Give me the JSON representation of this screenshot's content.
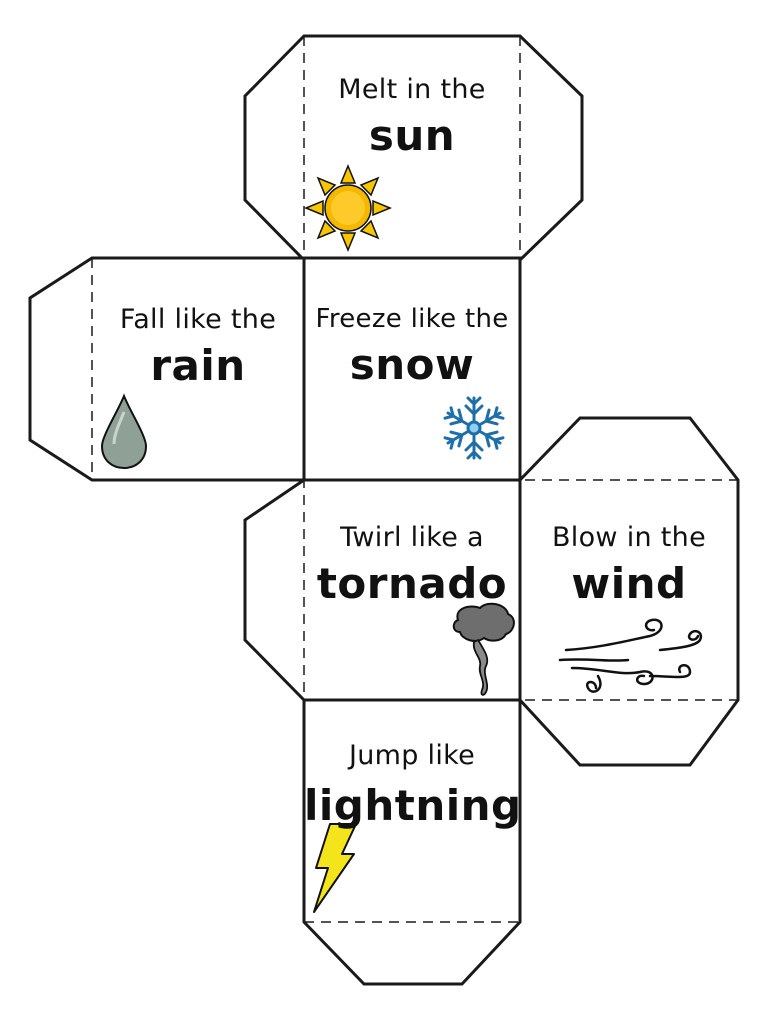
{
  "faces": [
    {
      "id": "sun",
      "small": "Melt in the",
      "big": "sun",
      "icon": "sun-icon"
    },
    {
      "id": "rain",
      "small": "Fall like the",
      "big": "rain",
      "icon": "raindrop-icon"
    },
    {
      "id": "snow",
      "small": "Freeze like the",
      "big": "snow",
      "icon": "snowflake-icon"
    },
    {
      "id": "tornado",
      "small": "Twirl like a",
      "big": "tornado",
      "icon": "tornado-icon"
    },
    {
      "id": "wind",
      "small": "Blow in the",
      "big": "wind",
      "icon": "wind-icon"
    },
    {
      "id": "lightning",
      "small": "Jump like",
      "big": "lightning",
      "icon": "lightning-icon"
    }
  ],
  "colors": {
    "outline": "#1a1a1a",
    "sun": "#f5c000",
    "raindrop": "#8a9a8f",
    "snowflake": "#3aa0d8",
    "tornado": "#6b6b6b",
    "lightning": "#f2e21a"
  }
}
